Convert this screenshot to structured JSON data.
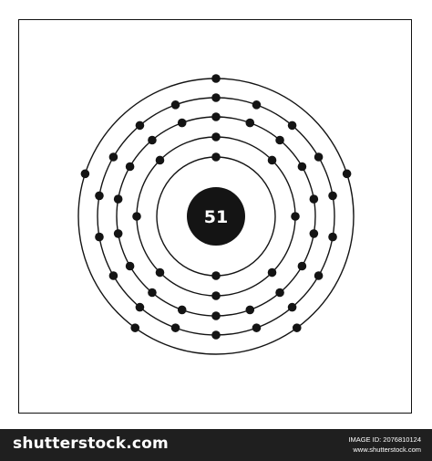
{
  "diagram": {
    "nucleus_label": "51",
    "shells": [
      2,
      8,
      18,
      18,
      5
    ],
    "colors": {
      "ink": "#141414",
      "paper": "#ffffff"
    }
  },
  "footer": {
    "brand": "shutterstock.com",
    "image_id": "IMAGE ID: 2076810124",
    "url": "www.shutterstock.com"
  }
}
